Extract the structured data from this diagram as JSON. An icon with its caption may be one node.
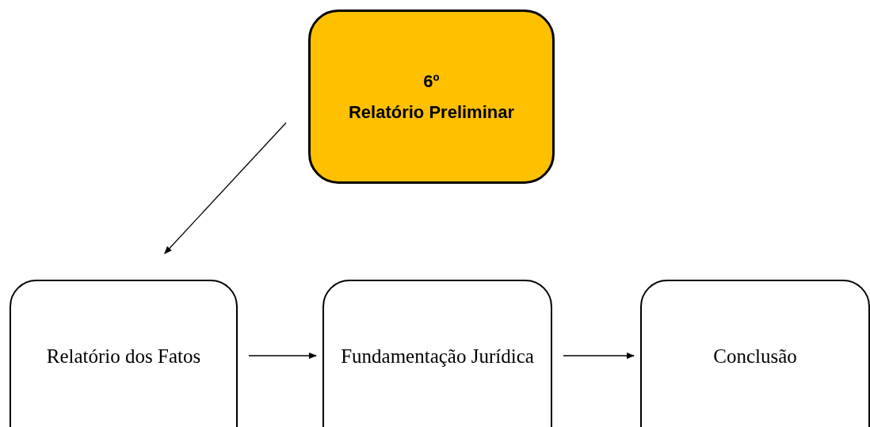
{
  "diagram": {
    "nodes": [
      {
        "text": [
          "6º",
          "Relatório Preliminar"
        ]
      },
      {
        "text": [
          "Relatório dos Fatos"
        ]
      },
      {
        "text": [
          "Fundamentação Jurídica"
        ]
      },
      {
        "text": [
          "Conclusão"
        ]
      }
    ],
    "edges": [
      {
        "from": 0,
        "to": 1,
        "arrow": "to"
      },
      {
        "from": 1,
        "to": 2,
        "arrow": "to"
      },
      {
        "from": 2,
        "to": 3,
        "arrow": "to"
      }
    ]
  }
}
